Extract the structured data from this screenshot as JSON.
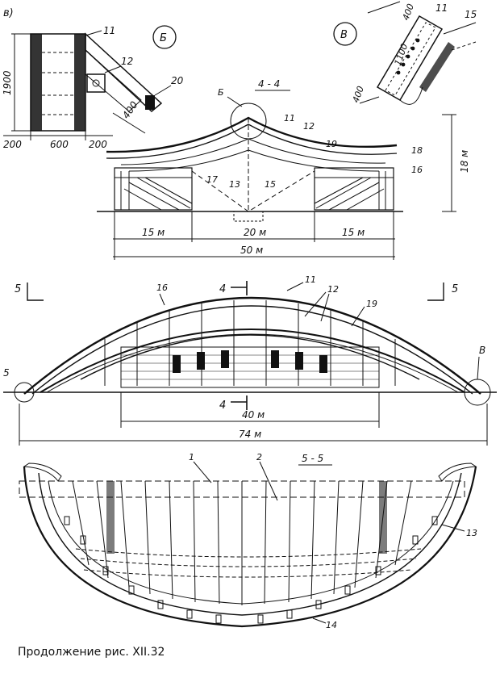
{
  "detail_a": {
    "letter": "в)",
    "dims": {
      "h": "1900",
      "w1": "200",
      "w2": "600",
      "w3": "200",
      "d400": "400"
    },
    "marks": [
      "11",
      "12",
      "20"
    ]
  },
  "callouts": {
    "b": "Б",
    "v": "В"
  },
  "detail_v": {
    "dims": {
      "d400a": "400",
      "d1100": "1100",
      "d400b": "400"
    },
    "marks": [
      "11",
      "15"
    ]
  },
  "section_44": {
    "title": "4 - 4",
    "cut": "Б",
    "height": "18 м",
    "spans": {
      "left": "15 м",
      "mid": "20 м",
      "right": "15 м",
      "total": "50 м"
    },
    "marks": [
      "11",
      "12",
      "19",
      "18",
      "16",
      "17",
      "13",
      "15"
    ]
  },
  "elevation": {
    "cut_left": "5",
    "cut_right": "5",
    "cut_top": "4",
    "cut_bottom": "4",
    "end_left": "5",
    "detail": "В",
    "spans": {
      "inner": "40 м",
      "total": "74 м"
    },
    "marks": [
      "16",
      "11",
      "12",
      "19"
    ]
  },
  "plan_55": {
    "title": "5 - 5",
    "marks": [
      "1",
      "2",
      "13",
      "14"
    ]
  },
  "caption": "Продолжение рис. XII.32"
}
